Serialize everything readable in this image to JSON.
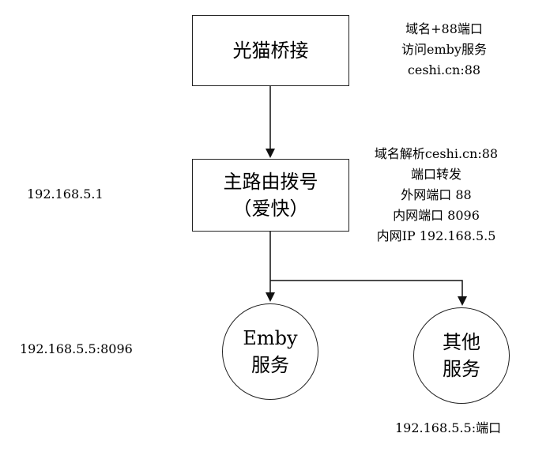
{
  "nodes": {
    "modem": {
      "label": "光猫桥接"
    },
    "router": {
      "line1": "主路由拨号",
      "line2": "（爱快）"
    },
    "emby": {
      "line1": "Emby",
      "line2": "服务"
    },
    "other": {
      "line1": "其他",
      "line2": "服务"
    }
  },
  "notes": {
    "access": [
      "域名+88端口",
      "访问emby服务",
      "ceshi.cn:88"
    ],
    "forward": [
      "域名解析ceshi.cn:88",
      "端口转发",
      "外网端口 88",
      "内网端口 8096",
      "内网IP 192.168.5.5"
    ]
  },
  "ips": {
    "router": "192.168.5.1",
    "emby": "192.168.5.5:8096",
    "other": "192.168.5.5:端口"
  }
}
